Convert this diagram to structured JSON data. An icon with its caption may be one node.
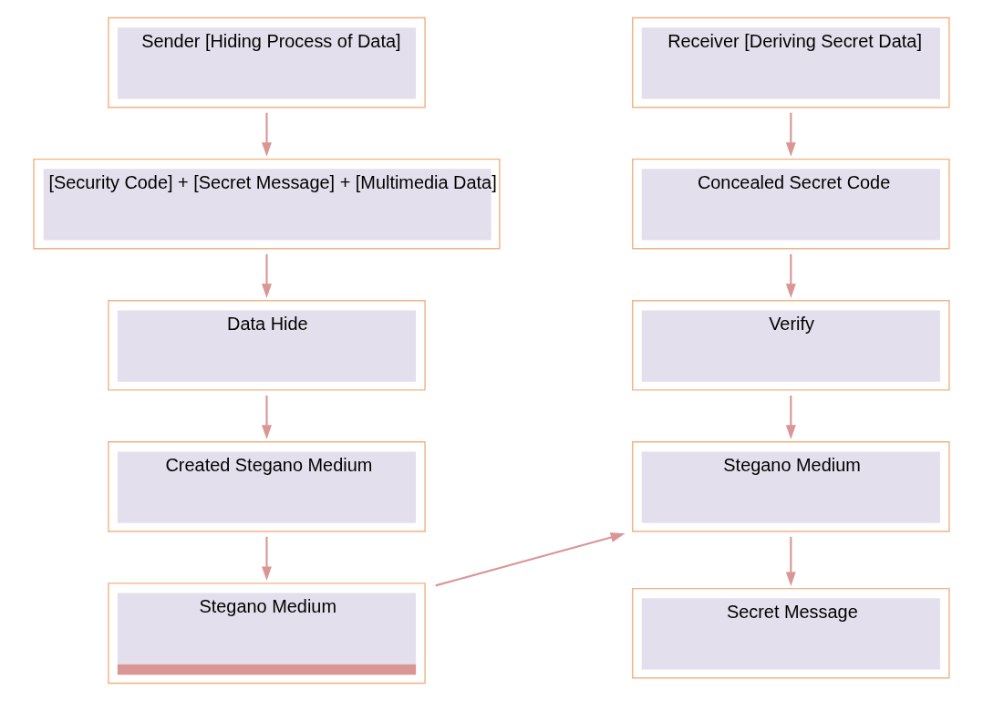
{
  "diagram": {
    "nodes": [
      {
        "text": [
          "Sender [Hiding Process of Data]"
        ]
      },
      {
        "text": [
          "[Security Code] + [Secret Message] + [Multimedia Data]"
        ]
      },
      {
        "text": [
          "Data Hide"
        ]
      },
      {
        "text": [
          "Created Stegano Medium"
        ]
      },
      {
        "text": [
          "Stegano Medium"
        ]
      },
      {
        "text": [
          "Receiver [Deriving Secret Data]"
        ]
      },
      {
        "text": [
          "Concealed Secret Code"
        ]
      },
      {
        "text": [
          "Verify"
        ]
      },
      {
        "text": [
          "Stegano Medium"
        ]
      },
      {
        "text": [
          "Secret Message"
        ]
      }
    ],
    "edges": [
      {
        "from": 0,
        "to": 1,
        "arrow": "to"
      },
      {
        "from": 1,
        "to": 2,
        "arrow": "to"
      },
      {
        "from": 2,
        "to": 3,
        "arrow": "to"
      },
      {
        "from": 3,
        "to": 4,
        "arrow": "to"
      },
      {
        "from": 4,
        "to": 8,
        "arrow": "to"
      },
      {
        "from": 5,
        "to": 6,
        "arrow": "to"
      },
      {
        "from": 6,
        "to": 7,
        "arrow": "to"
      },
      {
        "from": 7,
        "to": 8,
        "arrow": "to"
      },
      {
        "from": 8,
        "to": 9,
        "arrow": "to"
      }
    ]
  }
}
